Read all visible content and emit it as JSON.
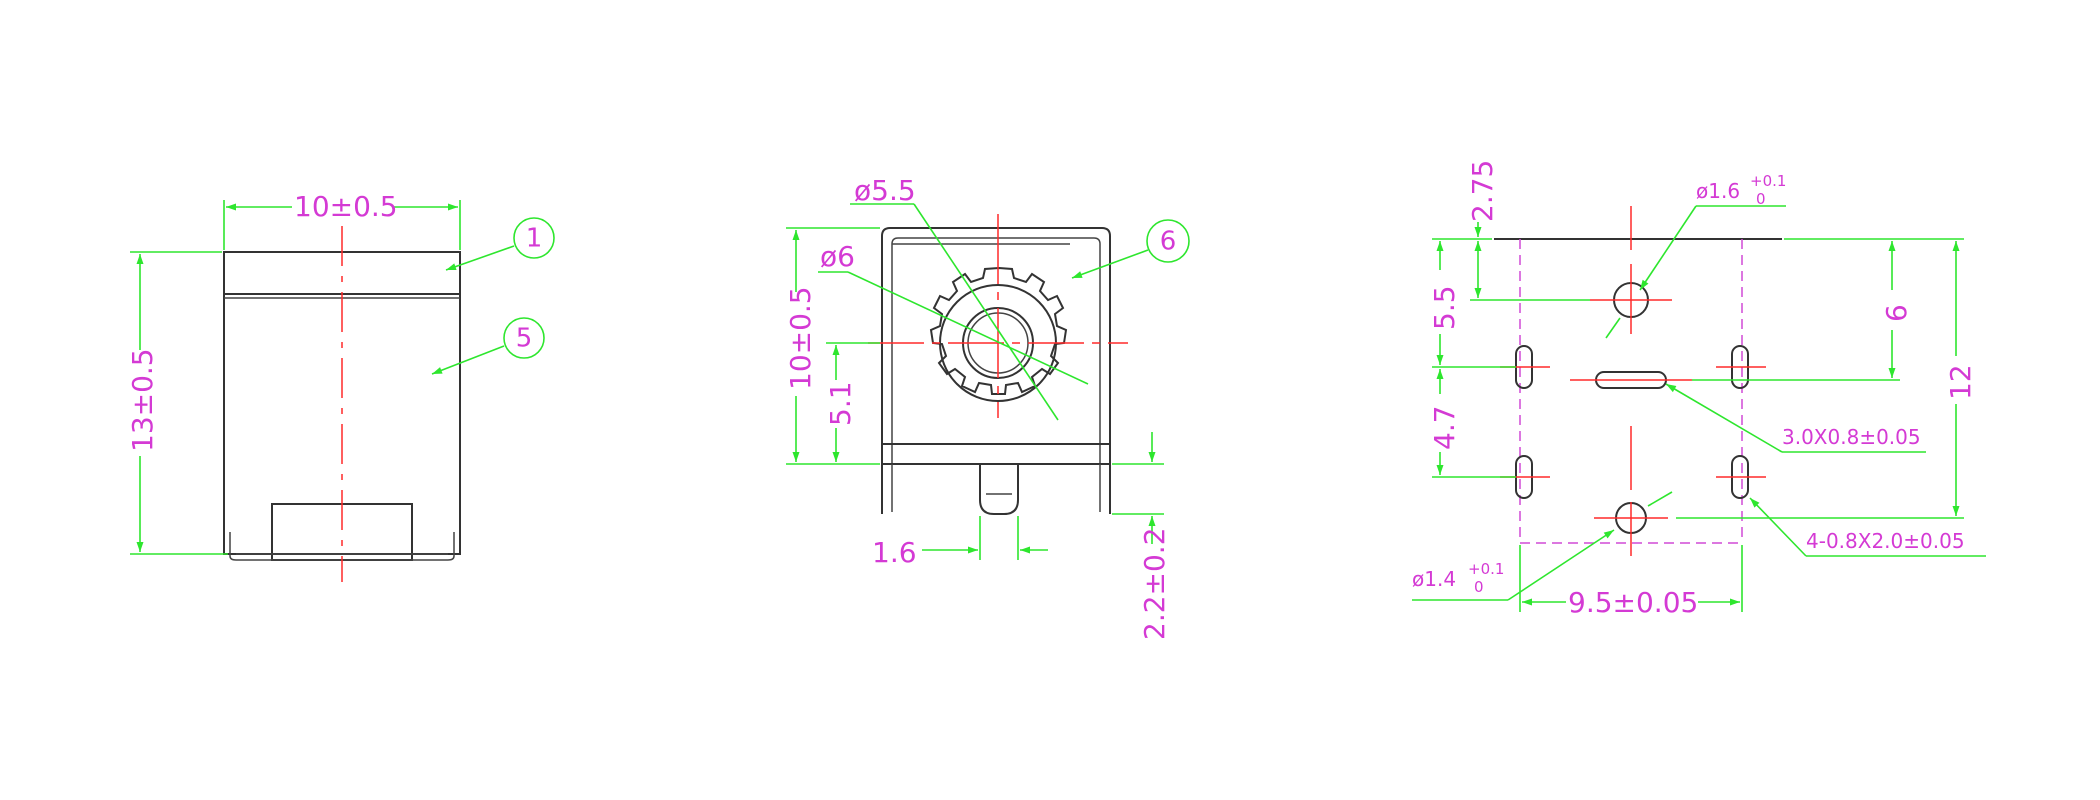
{
  "front_view": {
    "width_label": "10±0.5",
    "height_label": "13±0.5",
    "balloon_1": "1",
    "balloon_5": "5"
  },
  "side_view": {
    "hole_outer_label": "ø5.5",
    "hole_inner_label": "ø6",
    "height_label": "10±0.5",
    "center_height_label": "5.1",
    "pin_width_label": "1.6",
    "pin_length_label": "2.2±0.2",
    "balloon_6": "6"
  },
  "footprint_view": {
    "dim_2_75": "2.75",
    "dim_5_5": "5.5",
    "dim_4_7": "4.7",
    "dim_6": "6",
    "dim_12": "12",
    "dim_9_5": "9.5±0.05",
    "hole_top_label": "ø1.6",
    "hole_top_tol_plus": "+0.1",
    "hole_top_tol_minus": "0",
    "hole_bottom_label": "ø1.4",
    "hole_bottom_tol_plus": "+0.1",
    "hole_bottom_tol_minus": "0",
    "slot_center_label": "3.0X0.8±0.05",
    "slot_side_label": "4-0.8X2.0±0.05"
  }
}
